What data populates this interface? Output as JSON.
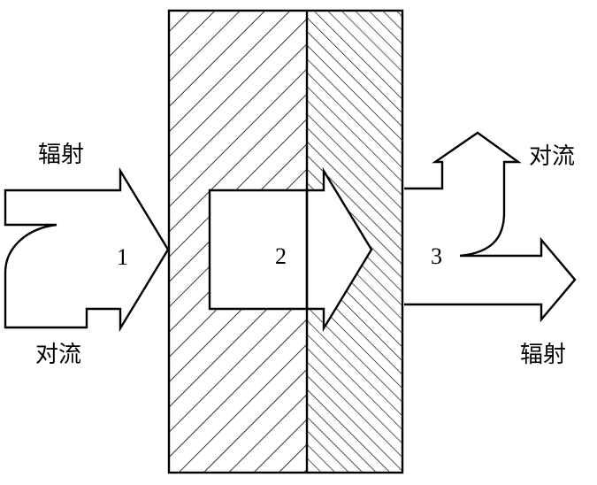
{
  "labels": {
    "radiation_left": "辐射",
    "convection_left": "对流",
    "convection_right": "对流",
    "radiation_right": "辐射"
  },
  "numbers": {
    "surface_1": "1",
    "interior_2": "2",
    "surface_3": "3"
  },
  "colors": {
    "stroke": "#000000",
    "background": "#ffffff"
  }
}
